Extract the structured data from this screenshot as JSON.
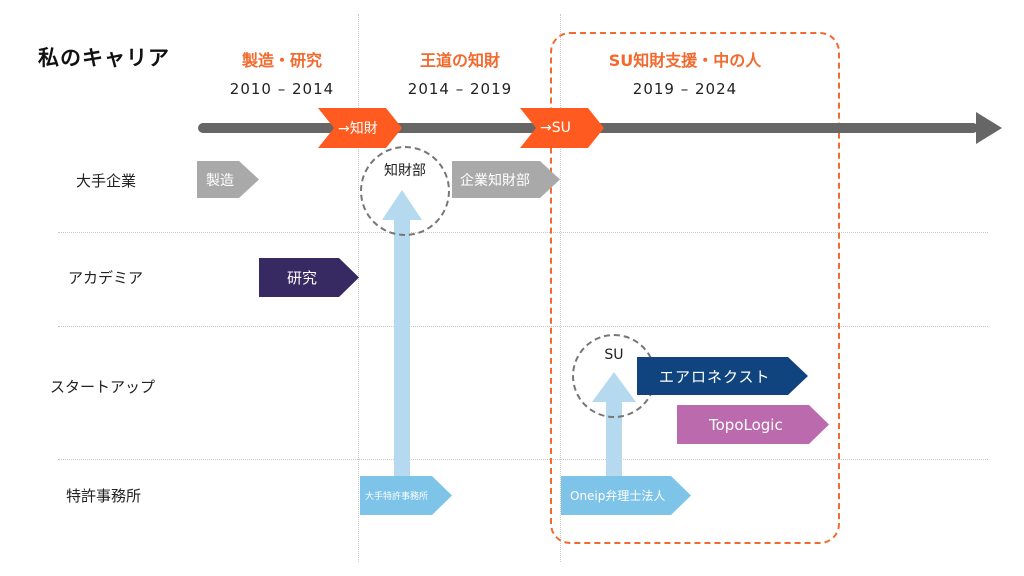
{
  "title": "私のキャリア",
  "phases": [
    {
      "name": "製造・研究",
      "years": "2010 – 2014"
    },
    {
      "name": "王道の知財",
      "years": "2014 – 2019"
    },
    {
      "name": "SU知財支援・中の人",
      "years": "2019 – 2024"
    }
  ],
  "transitions": [
    "→知財",
    "→SU"
  ],
  "rows": [
    "大手企業",
    "アカデミア",
    "スタートアップ",
    "特許事務所"
  ],
  "blocks": {
    "manufacturing": "製造",
    "ip_department": "知財部",
    "corporate_ip": "企業知財部",
    "research": "研究",
    "su": "SU",
    "aeronext": "エアロネクスト",
    "topologic": "TopoLogic",
    "large_patent_firm": "大手特許事務所",
    "oneip": "Oneip弁理士法人"
  },
  "colors": {
    "accent_orange": "#ff5a1f",
    "phase_text": "#f26a2e",
    "timeline_gray": "#666666",
    "block_gray": "#a9a9a9",
    "academia_purple": "#372a62",
    "aeronext_navy": "#10447f",
    "topologic_pink": "#bc6aae",
    "patent_light_blue": "#7ec4e8",
    "arrow_light_blue": "#b5d9ef"
  }
}
